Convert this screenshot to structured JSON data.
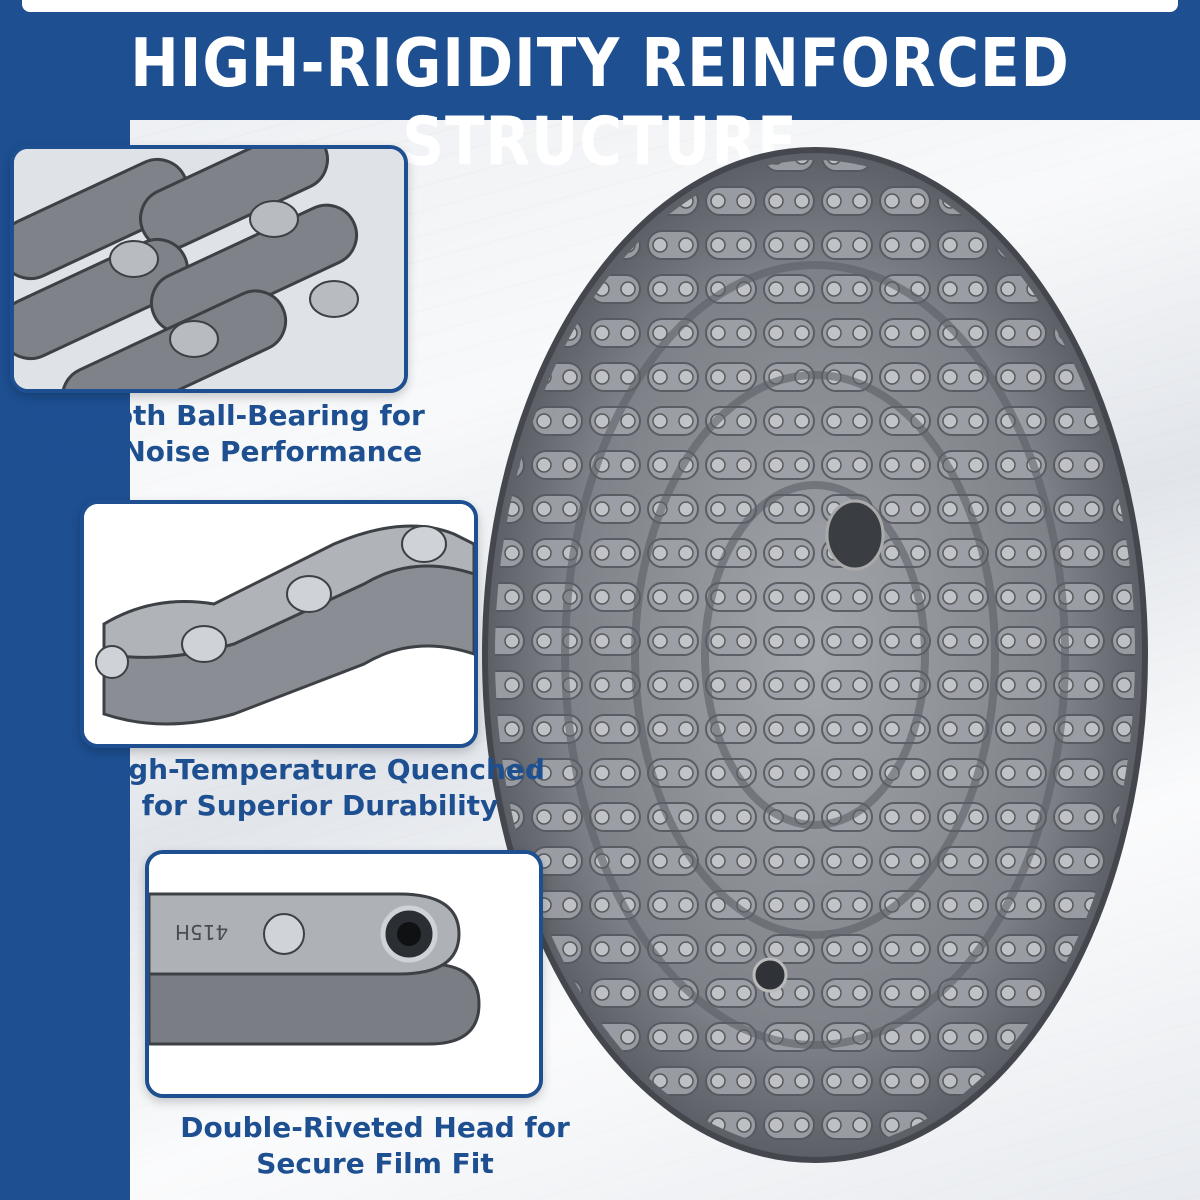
{
  "header": {
    "title": "HIGH-RIGIDITY REINFORCED STRUCTURE"
  },
  "features": [
    {
      "image_icon": "double-chain-closeup-icon",
      "line1": "Smooth Ball-Bearing for",
      "line2": "Low-Noise Performance"
    },
    {
      "image_icon": "chain-links-closeup-icon",
      "line1": "High-Temperature Quenched",
      "line2": "for Superior Durability"
    },
    {
      "image_icon": "chain-end-link-icon",
      "line1": "Double-Riveted Head for",
      "line2": "Secure Film Fit",
      "link_marking": "415H"
    }
  ],
  "colors": {
    "brand_blue": "#1d4f91",
    "steel": "#8e9298",
    "background": "#eef0f3"
  }
}
